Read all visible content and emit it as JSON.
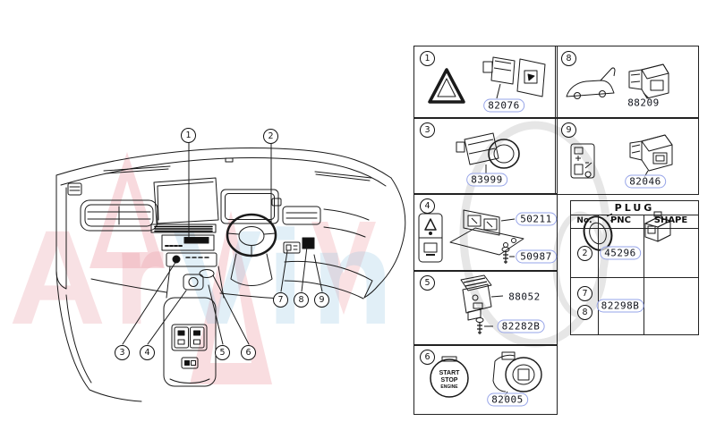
{
  "diagram": {
    "callouts": [
      "1",
      "2",
      "3",
      "4",
      "5",
      "6",
      "7",
      "8",
      "9"
    ]
  },
  "watermark": {
    "part1": "Ar",
    "part2": "Vin"
  },
  "parts": {
    "box1": {
      "no": "1",
      "part": "82076",
      "icon": "hazard-warning-triangle"
    },
    "box8": {
      "no": "8",
      "part": "88209",
      "icon": "tailgate-open"
    },
    "box3": {
      "no": "3",
      "part": "83999"
    },
    "box9": {
      "no": "9",
      "part": "82046",
      "icon": "switch-panel"
    },
    "box4": {
      "no": "4",
      "part_a": "50211",
      "part_b": "50987",
      "icon": "switch-cluster"
    },
    "box5": {
      "no": "5",
      "part_a": "88052",
      "part_b": "82282B"
    },
    "box6": {
      "no": "6",
      "part": "82005",
      "icon": "start-stop-button",
      "button": {
        "line1": "START",
        "line2": "STOP",
        "line3": "ENGINE"
      }
    }
  },
  "plug_table": {
    "title": "PLUG",
    "col_no": "No.",
    "col_pnc": "PNC",
    "col_shape": "SHAPE",
    "row1": {
      "no": "2",
      "pnc": "45296"
    },
    "row2": {
      "no_a": "7",
      "no_b": "8",
      "pnc": "82298B"
    }
  },
  "colors": {
    "link_outline": "#96a4e8",
    "line_art": "#1a1a1a",
    "watermark_pink": "#f3bcc2",
    "watermark_blue": "#bedcee",
    "watermark_grey": "#cfcfcf"
  }
}
